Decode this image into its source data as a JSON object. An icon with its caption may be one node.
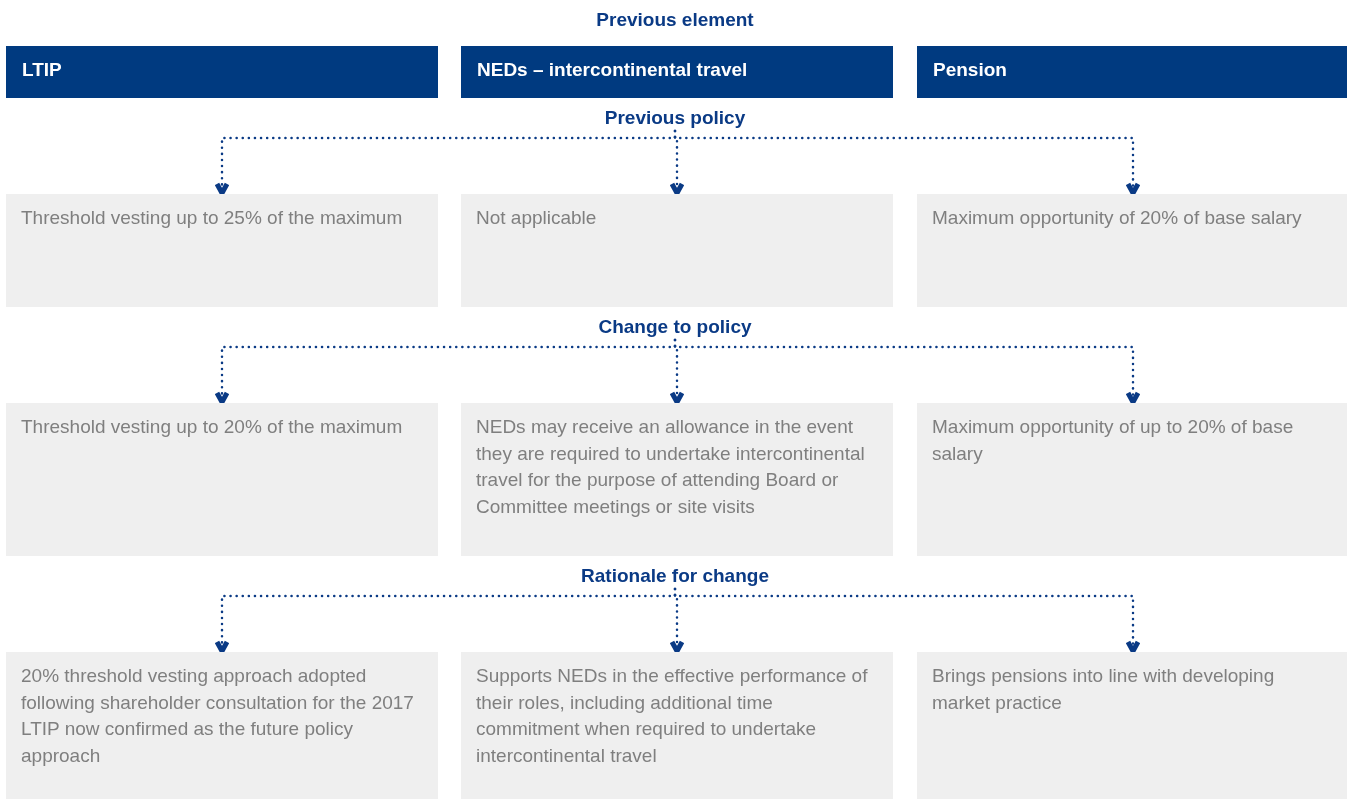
{
  "diagram": {
    "nodes": [
      {
        "text": [
          "Previous element"
        ]
      },
      {
        "text": [
          "LTIP"
        ]
      },
      {
        "text": [
          "NEDs – intercontinental travel"
        ]
      },
      {
        "text": [
          "Pension"
        ]
      },
      {
        "text": [
          "Previous policy"
        ]
      },
      {
        "text": [
          "Threshold vesting up to 25% of the maximum"
        ]
      },
      {
        "text": [
          "Not applicable"
        ]
      },
      {
        "text": [
          "Maximum opportunity of 20% of base salary"
        ]
      },
      {
        "text": [
          "Change to policy"
        ]
      },
      {
        "text": [
          "Threshold vesting up to 20% of the maximum"
        ]
      },
      {
        "text": [
          "NEDs may receive an allowance in the event they are required to undertake intercontinental travel for the purpose of attending Board or Committee meetings or site visits"
        ]
      },
      {
        "text": [
          "Maximum opportunity of up to 20% of base salary"
        ]
      },
      {
        "text": [
          "Rationale for change"
        ]
      },
      {
        "text": [
          "20% threshold vesting approach adopted following shareholder consultation for the 2017 LTIP now confirmed as the future policy approach"
        ]
      },
      {
        "text": [
          "Supports NEDs in the effective performance of their roles, including additional time commitment when required to undertake intercontinental travel"
        ]
      },
      {
        "text": [
          "Brings pensions into line with developing market practice"
        ]
      }
    ],
    "edges": [
      {
        "from": 4,
        "to": 5,
        "arrow": "to",
        "style": "dashed"
      },
      {
        "from": 4,
        "to": 6,
        "arrow": "to",
        "style": "dashed"
      },
      {
        "from": 4,
        "to": 7,
        "arrow": "to",
        "style": "dashed"
      },
      {
        "from": 8,
        "to": 9,
        "arrow": "to",
        "style": "dashed"
      },
      {
        "from": 8,
        "to": 10,
        "arrow": "to",
        "style": "dashed"
      },
      {
        "from": 8,
        "to": 11,
        "arrow": "to",
        "style": "dashed"
      },
      {
        "from": 12,
        "to": 13,
        "arrow": "to",
        "style": "dashed"
      },
      {
        "from": 12,
        "to": 14,
        "arrow": "to",
        "style": "dashed"
      },
      {
        "from": 12,
        "to": 15,
        "arrow": "to",
        "style": "dashed"
      }
    ]
  }
}
